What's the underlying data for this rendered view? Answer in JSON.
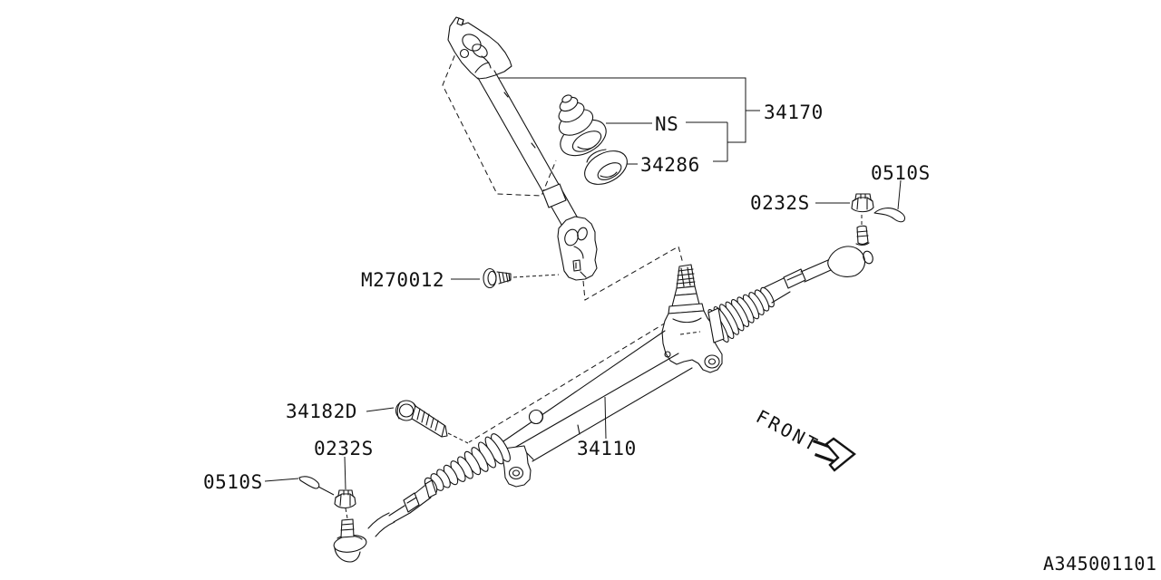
{
  "page": {
    "background": "#ffffff",
    "line_color": "#141414",
    "text_color": "#111111"
  },
  "labels": {
    "assembly_34170": "34170",
    "ns": "NS",
    "cover_34286": "34286",
    "cotter_pin_upper": "0510S",
    "castle_nut_upper": "0232S",
    "column_bolt": "M270012",
    "mount_bolt": "34182D",
    "castle_nut_lower": "0232S",
    "cotter_pin_lower": "0510S",
    "gear_box": "34110",
    "front": "FRONT",
    "drawing_code": "A345001101"
  }
}
